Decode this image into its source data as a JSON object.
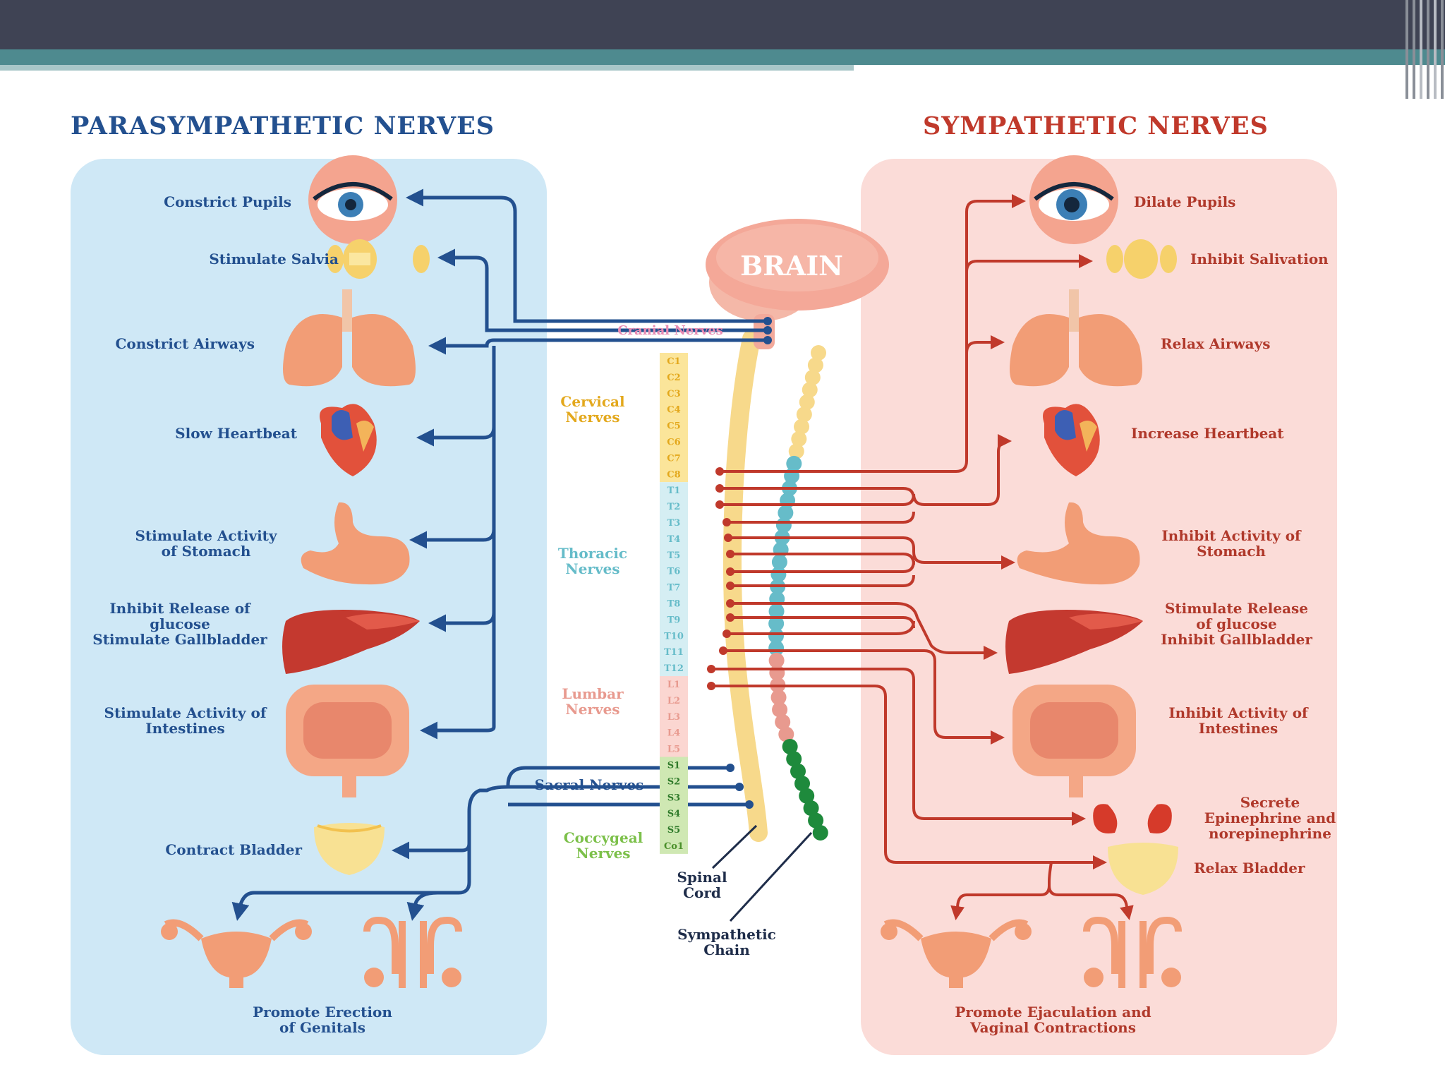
{
  "titles": {
    "parasympathetic": "PARASYMPATHETIC NERVES",
    "sympathetic": "SYMPATHETIC NERVES"
  },
  "brain": "BRAIN",
  "parasympathetic_effects": {
    "pupils": "Constrict Pupils",
    "saliva": "Stimulate Salvia",
    "airways": "Constrict Airways",
    "heart": "Slow Heartbeat",
    "stomach_1": "Stimulate Activity",
    "stomach_2": "of Stomach",
    "liver_1": "Inhibit Release of",
    "liver_2": "glucose",
    "liver_3": "Stimulate Gallbladder",
    "intestines_1": "Stimulate Activity of",
    "intestines_2": "Intestines",
    "bladder": "Contract Bladder",
    "genitals_1": "Promote Erection",
    "genitals_2": "of Genitals"
  },
  "sympathetic_effects": {
    "pupils": "Dilate Pupils",
    "saliva": "Inhibit Salivation",
    "airways": "Relax Airways",
    "heart": "Increase Heartbeat",
    "stomach_1": "Inhibit Activity of",
    "stomach_2": "Stomach",
    "liver_1": "Stimulate Release",
    "liver_2": "of glucose",
    "liver_3": "Inhibit Gallbladder",
    "intestines_1": "Inhibit Activity of",
    "intestines_2": "Intestines",
    "adrenal_1": "Secrete",
    "adrenal_2": "Epinephrine and",
    "adrenal_3": "norepinephrine",
    "bladder": "Relax Bladder",
    "genitals_1": "Promote Ejaculation and",
    "genitals_2": "Vaginal Contractions"
  },
  "nerve_groups": {
    "cranial": "Cranial Nerves",
    "cervical_1": "Cervical",
    "cervical_2": "Nerves",
    "thoracic_1": "Thoracic",
    "thoracic_2": "Nerves",
    "lumbar_1": "Lumbar",
    "lumbar_2": "Nerves",
    "sacral": "Sacral Nerves",
    "coccygeal_1": "Coccygeal",
    "coccygeal_2": "Nerves"
  },
  "spine_labels": {
    "spinal_cord_1": "Spinal",
    "spinal_cord_2": "Cord",
    "sympathetic_chain_1": "Sympathetic",
    "sympathetic_chain_2": "Chain"
  },
  "segments": {
    "cervical": [
      "C1",
      "C2",
      "C3",
      "C4",
      "C5",
      "C6",
      "C7",
      "C8"
    ],
    "thoracic": [
      "T1",
      "T2",
      "T3",
      "T4",
      "T5",
      "T6",
      "T7",
      "T8",
      "T9",
      "T10",
      "T11",
      "T12"
    ],
    "lumbar": [
      "L1",
      "L2",
      "L3",
      "L4",
      "L5"
    ],
    "sacral": [
      "S1",
      "S2",
      "S3",
      "S4",
      "S5"
    ],
    "coccygeal": [
      "Co1"
    ]
  },
  "colors": {
    "para_blue": "#23508f",
    "sym_red": "#c0392b",
    "cervical": "#e3a81c",
    "thoracic": "#66bcc9",
    "lumbar": "#e89a8f",
    "sacral": "#7cc04a",
    "coccygeal": "#7cc04a",
    "chain_green": "#1e8a3c"
  }
}
